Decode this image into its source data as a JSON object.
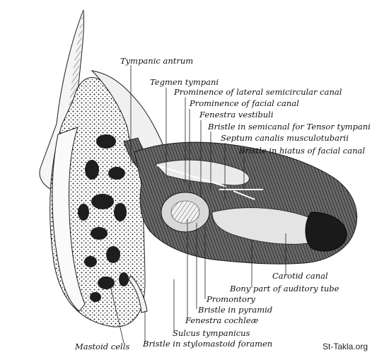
{
  "figure": {
    "labels": [
      {
        "id": "tympanic-antrum",
        "text": "Tympanic antrum"
      },
      {
        "id": "tegmen-tympani",
        "text": "Tegmen tympani"
      },
      {
        "id": "prominence-lateral-canal",
        "text": "Prominence of lateral semicircular canal"
      },
      {
        "id": "prominence-facial-canal",
        "text": "Prominence of facial canal"
      },
      {
        "id": "fenestra-vestibuli",
        "text": "Fenestra vestibuli"
      },
      {
        "id": "bristle-semicanal",
        "text": "Bristle in semicanal for Tensor tympani"
      },
      {
        "id": "septum-canalis",
        "text": "Septum canalis musculotubarii"
      },
      {
        "id": "bristle-hiatus",
        "text": "Bristle in hiatus of facial canal"
      },
      {
        "id": "carotid-canal",
        "text": "Carotid canal"
      },
      {
        "id": "bony-part-tube",
        "text": "Bony part of auditory tube"
      },
      {
        "id": "promontory",
        "text": "Promontory"
      },
      {
        "id": "bristle-pyramid",
        "text": "Bristle in pyramid"
      },
      {
        "id": "fenestra-cochleae",
        "text": "Fenestra cochleæ"
      },
      {
        "id": "sulcus-tympanicus",
        "text": "Sulcus tympanicus"
      },
      {
        "id": "mastoid-cells",
        "text": "Mastoid cells"
      },
      {
        "id": "bristle-stylomastoid",
        "text": "Bristle in stylomastoid foramen"
      }
    ],
    "watermark": "St-Takla.org"
  }
}
